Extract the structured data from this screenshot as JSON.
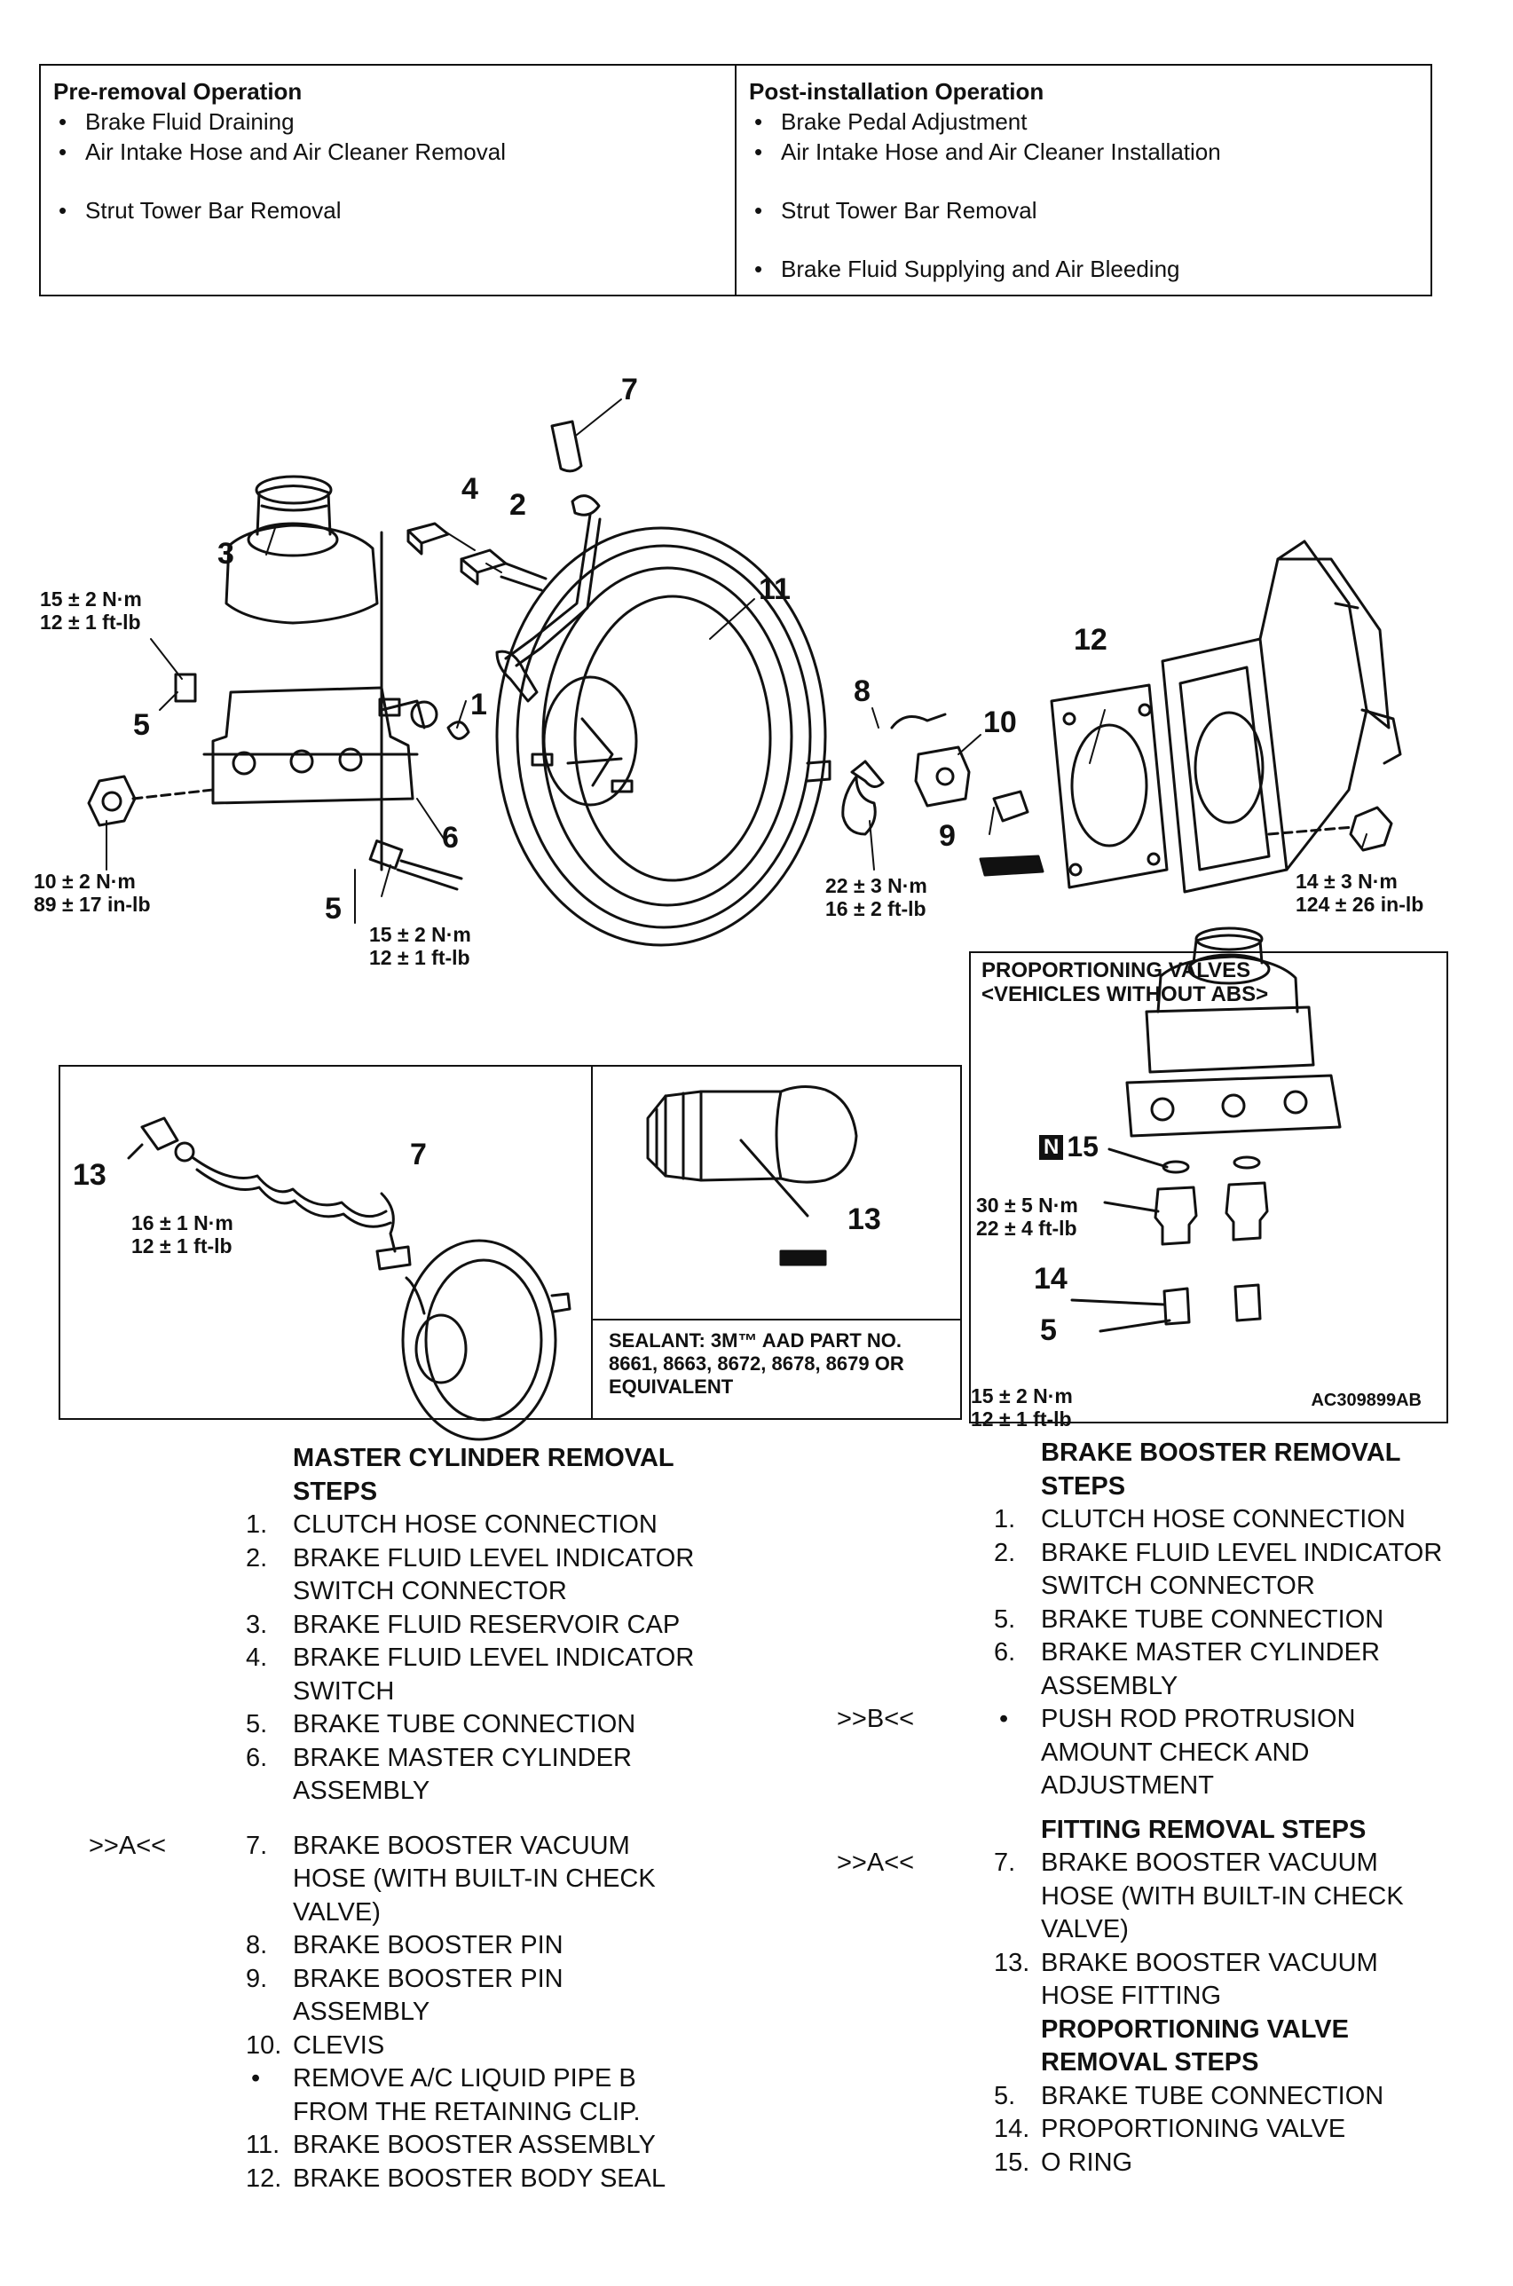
{
  "operations": {
    "pre": {
      "heading": "Pre-removal Operation",
      "items": [
        "Brake Fluid Draining",
        "Air Intake Hose and Air Cleaner Removal",
        "Strut Tower Bar Removal"
      ]
    },
    "post": {
      "heading": "Post-installation Operation",
      "items": [
        "Brake Pedal Adjustment",
        "Air Intake Hose and Air Cleaner Installation",
        "Strut Tower Bar Removal",
        "Brake Fluid Supplying and Air Bleeding"
      ]
    }
  },
  "diagram": {
    "callouts": {
      "c1": "1",
      "c2": "2",
      "c3": "3",
      "c4": "4",
      "c5a": "5",
      "c5b": "5",
      "c6": "6",
      "c7": "7",
      "c8": "8",
      "c9": "9",
      "c10": "10",
      "c11": "11",
      "c12": "12",
      "c7b": "7",
      "c13a": "13",
      "c13b": "13",
      "c15": "15",
      "c14": "14",
      "c5c": "5"
    },
    "torques": {
      "t1": "15 ± 2 N·m\n12 ± 1 ft-lb",
      "t2": "10 ± 2 N·m\n89 ± 17 in-lb",
      "t3": "15 ± 2 N·m\n12 ± 1 ft-lb",
      "t4": "22 ± 3 N·m\n16 ± 2 ft-lb",
      "t5": "14 ± 3 N·m\n124 ± 26 in-lb",
      "t6": "16 ± 1 N·m\n12 ± 1 ft-lb",
      "t7": "30 ± 5 N·m\n22 ± 4 ft-lb",
      "t8": "15 ± 2 N·m\n12 ± 1 ft-lb"
    },
    "n_badge": "N",
    "sealant": "SEALANT: 3M™ AAD PART NO. 8661, 8663, 8672, 8678, 8679 OR EQUIVALENT",
    "prop_title_1": "PROPORTIONING VALVES",
    "prop_title_2": "<VEHICLES WITHOUT ABS>",
    "figure_code": "AC309899AB"
  },
  "master_cylinder": {
    "heading1": "MASTER CYLINDER REMOVAL",
    "heading2": "STEPS",
    "s1": {
      "num": "1.",
      "text": "CLUTCH HOSE CONNECTION"
    },
    "s2": {
      "num": "2.",
      "l1": "BRAKE FLUID LEVEL INDICATOR",
      "l2": "SWITCH CONNECTOR"
    },
    "s3": {
      "num": "3.",
      "text": "BRAKE FLUID RESERVOIR CAP"
    },
    "s4": {
      "num": "4.",
      "l1": "BRAKE FLUID LEVEL INDICATOR",
      "l2": "SWITCH"
    },
    "s5": {
      "num": "5.",
      "text": "BRAKE TUBE CONNECTION"
    },
    "s6": {
      "num": "6.",
      "l1": "BRAKE MASTER CYLINDER",
      "l2": "ASSEMBLY"
    },
    "s7": {
      "marker": ">>A<<",
      "num": "7.",
      "l1": "BRAKE BOOSTER VACUUM",
      "l2": "HOSE (WITH BUILT-IN CHECK",
      "l3": "VALVE)"
    },
    "s8": {
      "num": "8.",
      "text": "BRAKE BOOSTER PIN"
    },
    "s9": {
      "num": "9.",
      "l1": "BRAKE BOOSTER PIN",
      "l2": "ASSEMBLY"
    },
    "s10": {
      "num": "10.",
      "text": "CLEVIS"
    },
    "s_b": {
      "num": "•",
      "l1": "REMOVE A/C LIQUID PIPE B",
      "l2": "FROM THE RETAINING CLIP."
    },
    "s11": {
      "num": "11.",
      "text": "BRAKE BOOSTER ASSEMBLY"
    },
    "s12": {
      "num": "12.",
      "text": "BRAKE BOOSTER BODY SEAL"
    }
  },
  "brake_booster": {
    "heading1": "BRAKE BOOSTER REMOVAL",
    "heading2": "STEPS",
    "s1": {
      "num": "1.",
      "text": "CLUTCH HOSE CONNECTION"
    },
    "s2": {
      "num": "2.",
      "l1": "BRAKE FLUID LEVEL INDICATOR",
      "l2": "SWITCH CONNECTOR"
    },
    "s5": {
      "num": "5.",
      "text": "BRAKE TUBE CONNECTION"
    },
    "s6": {
      "num": "6.",
      "l1": "BRAKE MASTER CYLINDER",
      "l2": "ASSEMBLY"
    },
    "sb": {
      "marker": ">>B<<",
      "num": "•",
      "l1": "PUSH ROD PROTRUSION",
      "l2": "AMOUNT CHECK AND",
      "l3": "ADJUSTMENT"
    },
    "fit_heading": "FITTING REMOVAL STEPS",
    "s7": {
      "marker": ">>A<<",
      "num": "7.",
      "l1": "BRAKE BOOSTER VACUUM",
      "l2": "HOSE (WITH BUILT-IN CHECK",
      "l3": "VALVE)"
    },
    "s13": {
      "num": "13.",
      "l1": "BRAKE BOOSTER VACUUM",
      "l2": "HOSE FITTING"
    },
    "prop_heading1": "PROPORTIONING VALVE",
    "prop_heading2": "REMOVAL STEPS",
    "p5": {
      "num": "5.",
      "text": "BRAKE TUBE CONNECTION"
    },
    "p14": {
      "num": "14.",
      "text": "PROPORTIONING VALVE"
    },
    "p15": {
      "num": "15.",
      "text": "O RING"
    }
  }
}
